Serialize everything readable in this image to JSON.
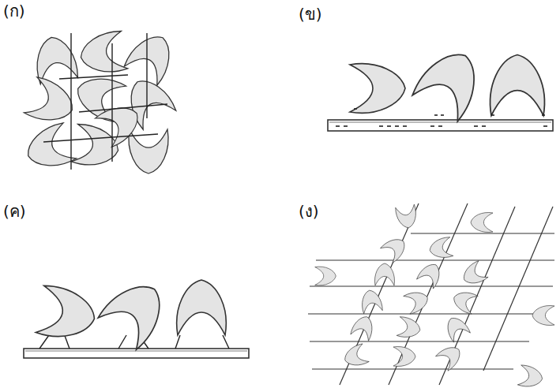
{
  "diagram": {
    "labels": [
      "(ก)",
      "(ข)",
      "(ค)",
      "(ง)"
    ]
  }
}
